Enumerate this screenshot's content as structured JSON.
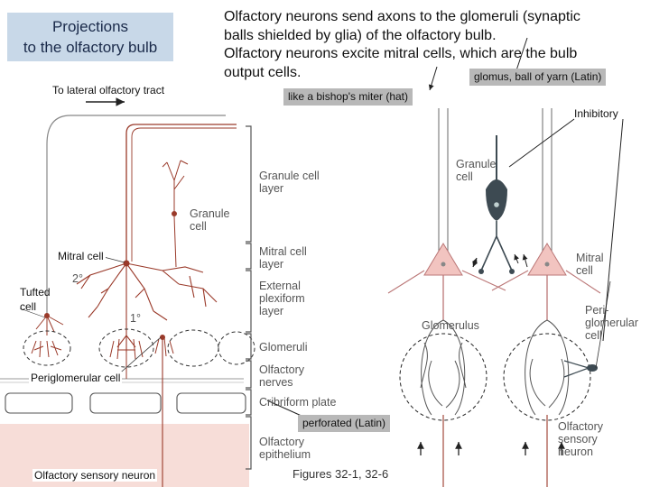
{
  "title": {
    "line1": "Projections",
    "line2": "to the olfactory bulb"
  },
  "headline": {
    "line1": "Olfactory neurons send axons to the glomeruli (synaptic",
    "line2": "balls shielded by glia) of the olfactory bulb.",
    "line3": "Olfactory neurons excite mitral cells, which are the bulb",
    "line4": "output cells."
  },
  "callouts": {
    "glomus": "glomus, ball of yarn (Latin)",
    "miter": "like a bishop's miter (hat)",
    "inhibitory": "Inhibitory",
    "perforated": "perforated (Latin)"
  },
  "left_labels": {
    "lateral_tract": "To lateral olfactory tract",
    "mitral": "Mitral cell",
    "tufted_1": "Tufted",
    "tufted_2": "cell",
    "periglomerular": "Periglomerular cell",
    "sensory_neuron": "Olfactory sensory neuron",
    "granule_1": "Granule",
    "granule_2": "cell",
    "second_order": "2°",
    "first_order": "1°"
  },
  "layer_labels": {
    "granule_layer_1": "Granule cell",
    "granule_layer_2": "layer",
    "mitral_layer_1": "Mitral cell",
    "mitral_layer_2": "layer",
    "external_plexiform_1": "External",
    "external_plexiform_2": "plexiform",
    "external_plexiform_3": "layer",
    "glomeruli": "Glomeruli",
    "olf_nerves_1": "Olfactory",
    "olf_nerves_2": "nerves",
    "cribriform": "Cribriform plate",
    "olf_epithelium_1": "Olfactory",
    "olf_epithelium_2": "epithelium"
  },
  "right_labels": {
    "granule_1": "Granule",
    "granule_2": "cell",
    "mitral_1": "Mitral",
    "mitral_2": "cell",
    "peri_1": "Peri-",
    "peri_2": "glomerular",
    "peri_3": "cell",
    "glomerulus": "Glomerulus",
    "sensory_1": "Olfactory",
    "sensory_2": "sensory",
    "sensory_3": "neuron"
  },
  "figure_ref": "Figures 32-1, 32-6",
  "colors": {
    "title_bg": "#c8d8e8",
    "callout_bg": "#b8b8b8",
    "neuron_red": "#9a3a2a",
    "soma_pink": "#f2c4c0",
    "epithelium_pink": "#f7ddd8",
    "granule_dark": "#3d4a52"
  }
}
